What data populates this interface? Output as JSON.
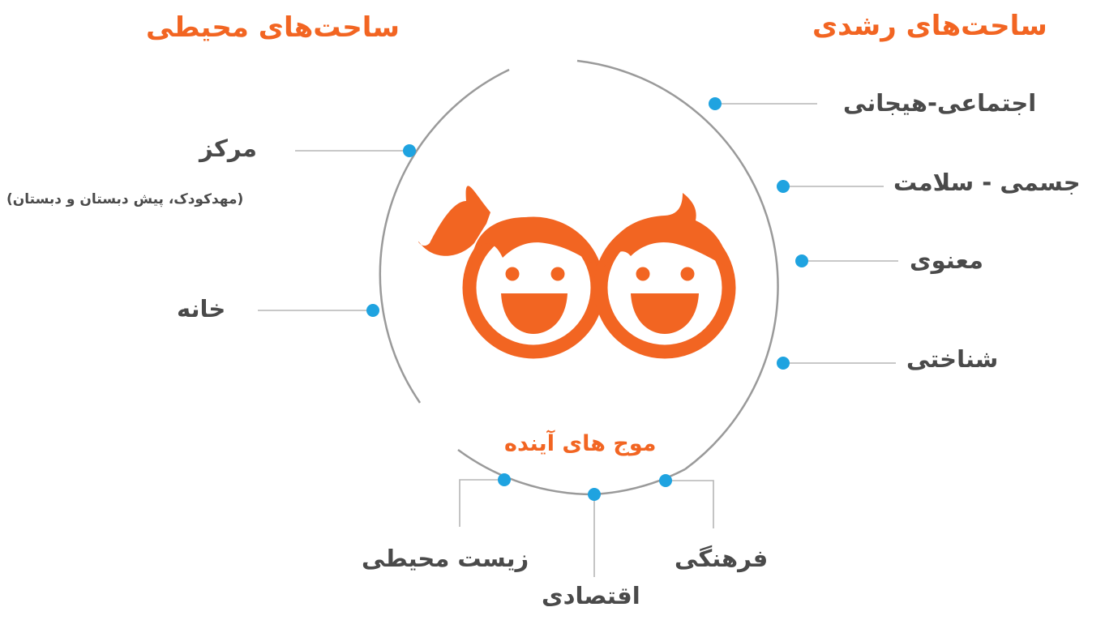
{
  "headings": {
    "environmental": "ساحت‌های محیطی",
    "developmental": "ساحت‌های رشدی",
    "future_waves": "موج های آینده"
  },
  "environmental_items": {
    "center": "مرکز",
    "center_note": "(مهدکودک، پیش دبستان و دبستان)",
    "home": "خانه"
  },
  "developmental_items": {
    "social_emotional": "اجتماعی-هیجانی",
    "physical_health": "جسمی - سلامت",
    "spiritual": "معنوی",
    "cognitive": "شناختی"
  },
  "future_items": {
    "environmental": "زیست محیطی",
    "economic": "اقتصادی",
    "cultural": "فرهنگی"
  },
  "colors": {
    "accent": "#f26522",
    "dot": "#1fa3e0",
    "circle": "#9a9a9a",
    "connector": "#b5b5b5",
    "text": "#4a4a4a"
  },
  "central_icon": "two-children-faces-icon"
}
